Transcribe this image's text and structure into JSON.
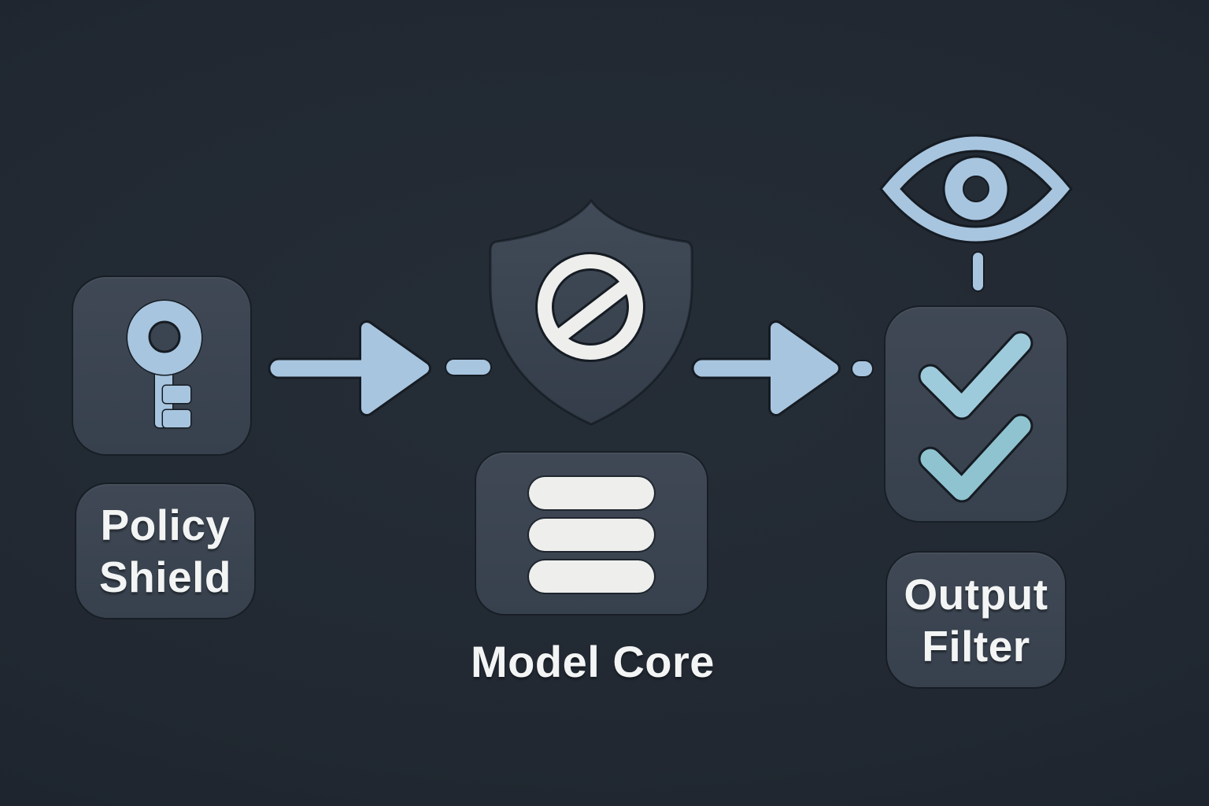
{
  "diagram": {
    "kind": "safety-pipeline-flow",
    "flow_sequence": [
      "policy_shield",
      "model_core",
      "output_filter"
    ]
  },
  "nodes": {
    "policy_shield": {
      "label": "Policy\nShield",
      "icon": "key-icon"
    },
    "model_core": {
      "label": "Model Core",
      "icons": [
        "prohibition-shield-icon",
        "list-stack-icon"
      ]
    },
    "output_filter": {
      "label": "Output\nFilter",
      "icons": [
        "eye-icon",
        "checklist-icon"
      ]
    }
  },
  "connectors": {
    "arrow_1": {
      "from": "policy_shield",
      "to": "model_core",
      "style": "arrow-then-dash"
    },
    "arrow_2": {
      "from": "model_core",
      "to": "output_filter",
      "style": "arrow-then-dash"
    },
    "eye_link": {
      "from": "eye-icon",
      "to": "checklist-card",
      "style": "vertical-dash"
    }
  },
  "colors": {
    "background": "#212831",
    "card": "#3b4451",
    "accent_blue": "#a8c5df",
    "check_teal_top": "#9ecbdb",
    "check_teal_bottom": "#8fc3d0",
    "icon_white": "#eeefed",
    "text": "#f3f4f4"
  }
}
